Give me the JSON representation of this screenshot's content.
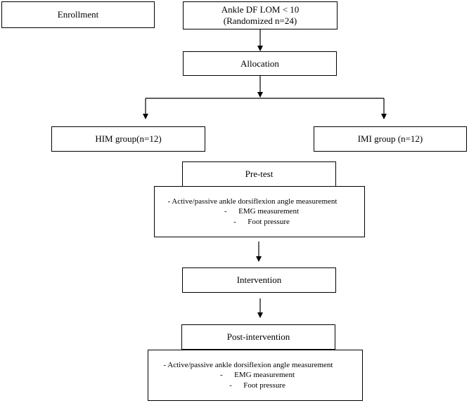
{
  "enrollment": {
    "label": "Enrollment"
  },
  "criteria": {
    "line1": "Ankle DF LOM < 10",
    "line2": "(Randomized n=24)"
  },
  "allocation": {
    "label": "Allocation"
  },
  "groups": {
    "him": "HIM group(n=12)",
    "imi": "IMI group (n=12)"
  },
  "pretest": {
    "label": "Pre-test",
    "items": [
      "- Active/passive ankle dorsiflexion angle measurement",
      "-      EMG measurement",
      "-      Foot pressure"
    ]
  },
  "intervention": {
    "label": "Intervention"
  },
  "post_intervention": {
    "label": "Post-intervention",
    "items": [
      "- Active/passive ankle dorsiflexion angle measurement",
      "-      EMG measurement",
      "-      Foot pressure"
    ]
  }
}
